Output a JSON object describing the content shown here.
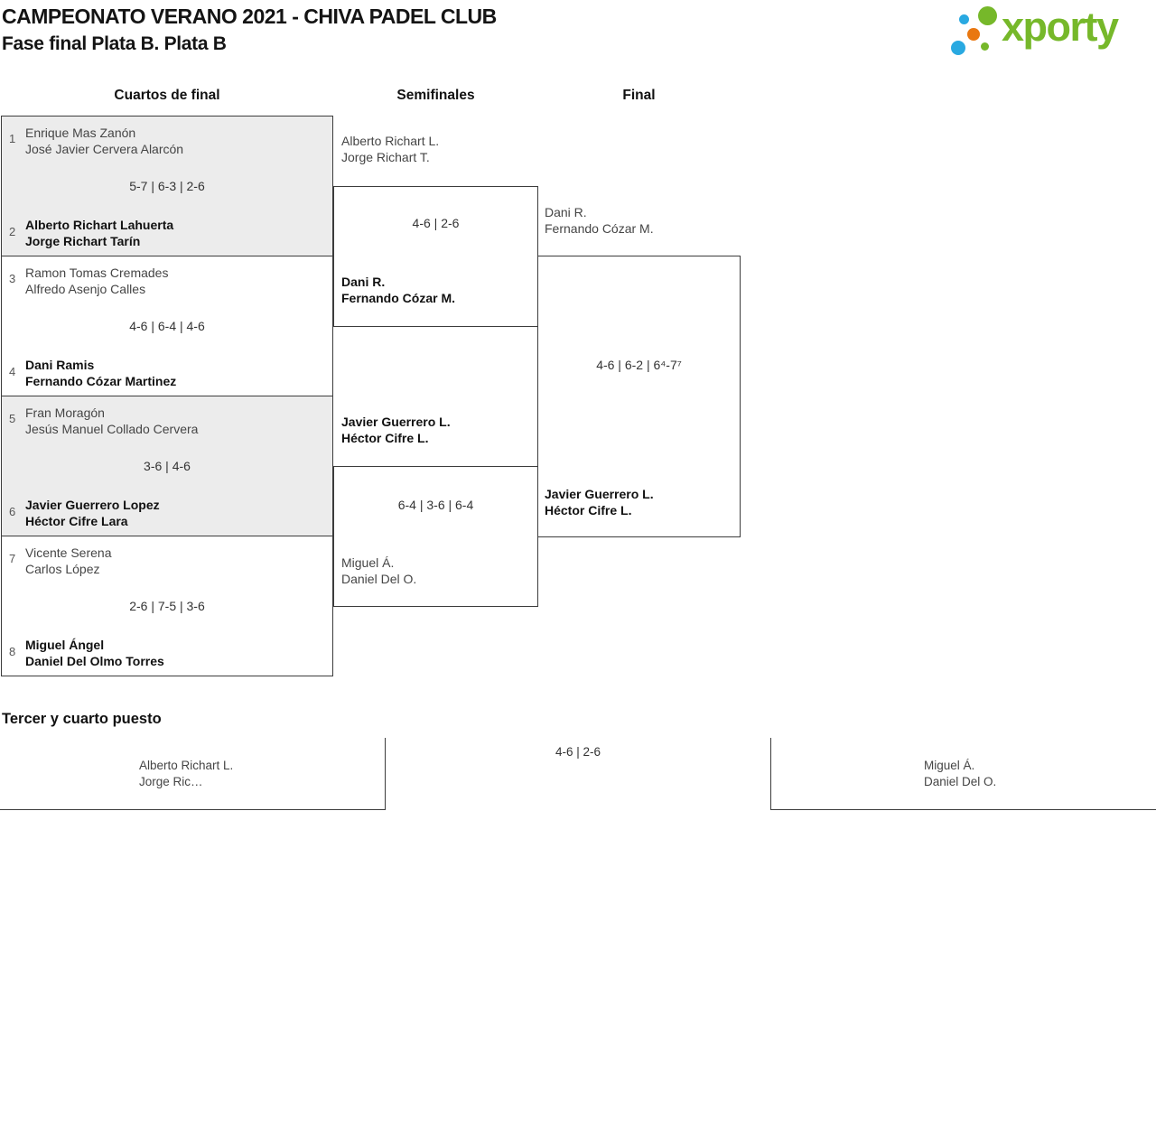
{
  "header": {
    "title": "CAMPEONATO VERANO 2021 - CHIVA PADEL CLUB",
    "subtitle": "Fase final Plata B. Plata B",
    "logo_text": "xporty",
    "logo_colors": {
      "green": "#76b82a",
      "blue": "#29a9e1",
      "orange": "#e97710"
    }
  },
  "columns": {
    "quarterfinals": "Cuartos de final",
    "semifinals": "Semifinales",
    "final": "Final"
  },
  "bracket": {
    "qf": [
      {
        "seed_top": "1",
        "team_top": [
          "Enrique Mas Zanón",
          "José Javier Cervera Alarcón"
        ],
        "score": "5-7 | 6-3 | 2-6",
        "seed_bottom": "2",
        "team_bottom": [
          "Alberto Richart Lahuerta",
          "Jorge Richart Tarín"
        ]
      },
      {
        "seed_top": "3",
        "team_top": [
          "Ramon Tomas Cremades",
          "Alfredo Asenjo Calles"
        ],
        "score": "4-6 | 6-4 | 4-6",
        "seed_bottom": "4",
        "team_bottom": [
          "Dani Ramis",
          "Fernando Cózar Martinez"
        ]
      },
      {
        "seed_top": "5",
        "team_top": [
          "Fran Moragón",
          "Jesús Manuel Collado Cervera"
        ],
        "score": "3-6 | 4-6",
        "seed_bottom": "6",
        "team_bottom": [
          "Javier Guerrero Lopez",
          "Héctor Cifre Lara"
        ]
      },
      {
        "seed_top": "7",
        "team_top": [
          "Vicente Serena",
          "Carlos López"
        ],
        "score": "2-6 | 7-5 | 3-6",
        "seed_bottom": "8",
        "team_bottom": [
          "Miguel Ángel",
          "Daniel Del Olmo Torres"
        ]
      }
    ],
    "sf": [
      {
        "team_top": [
          "Alberto Richart L.",
          "Jorge Richart T."
        ],
        "score": "4-6 | 2-6",
        "team_bottom": [
          "Dani R.",
          "Fernando Cózar M."
        ]
      },
      {
        "team_top": [
          "Javier Guerrero L.",
          "Héctor Cifre L."
        ],
        "score": "6-4 | 3-6 | 6-4",
        "team_bottom": [
          "Miguel Á.",
          "Daniel Del O."
        ]
      }
    ],
    "final": {
      "team_top": [
        "Dani R.",
        "Fernando Cózar M."
      ],
      "score": "4-6 | 6-2 | 6⁴-7⁷",
      "winner": [
        "Javier Guerrero L.",
        "Héctor Cifre L."
      ]
    }
  },
  "third_place": {
    "heading": "Tercer y cuarto puesto",
    "team_left": [
      "Alberto Richart L.",
      "Jorge Ric…"
    ],
    "score": "4-6 | 2-6",
    "team_right": [
      "Miguel Á.",
      "Daniel Del O."
    ]
  }
}
